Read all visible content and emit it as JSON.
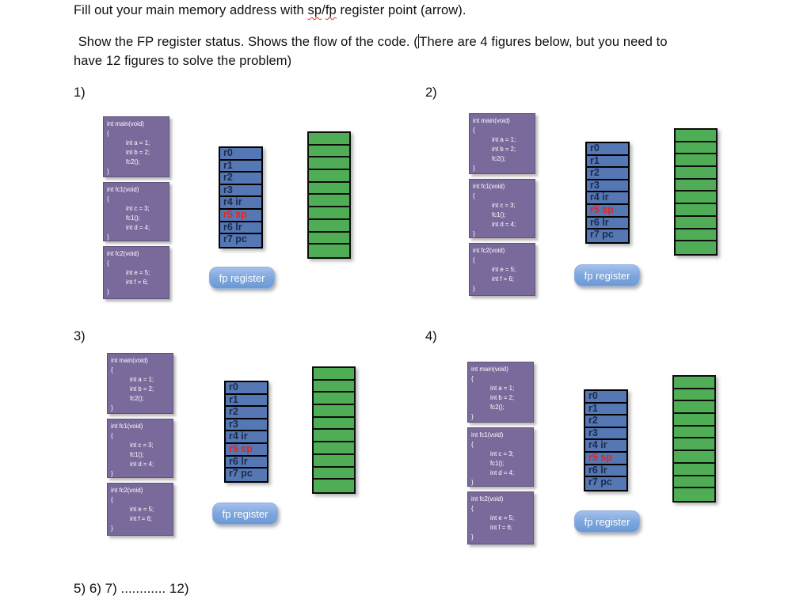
{
  "header": {
    "line1_pre": "Fill out your main memory address with ",
    "line1_sp": "sp",
    "line1_slash": "/",
    "line1_fp": "fp",
    "line1_post": " register point (arrow).",
    "line2_pre": " Show the FP register status. Shows the flow of the code. (",
    "line2_post": "There are 4 figures below, but you need to",
    "line3": "have 12 figures to solve the problem)"
  },
  "figures": [
    {
      "label": "1)"
    },
    {
      "label": "2)"
    },
    {
      "label": "3)"
    },
    {
      "label": "4)"
    }
  ],
  "code_blocks": [
    {
      "title": "int main(void)",
      "open_brace": "{",
      "lines": [
        "int a = 1;",
        "int b = 2;",
        "fc2();"
      ],
      "close_brace": "}"
    },
    {
      "title": "int fc1(void)",
      "open_brace": "{",
      "lines": [
        "int c = 3;",
        "fc1();",
        "int d = 4;"
      ],
      "close_brace": "}"
    },
    {
      "title": "int fc2(void)",
      "open_brace": "{",
      "lines": [
        "int e = 5;",
        "int f = 6;"
      ],
      "close_brace": "}"
    }
  ],
  "registers": [
    {
      "label": "r0",
      "highlight": false
    },
    {
      "label": "r1",
      "highlight": false
    },
    {
      "label": "r2",
      "highlight": false
    },
    {
      "label": "r3",
      "highlight": false
    },
    {
      "label": "r4 ir",
      "highlight": false
    },
    {
      "label": "r5 sp",
      "highlight": true
    },
    {
      "label": "r6 lr",
      "highlight": false
    },
    {
      "label": "r7 pc",
      "highlight": false
    }
  ],
  "memory_stack": {
    "cell_count": 10
  },
  "fp_button_label": "fp register",
  "footer_text": "5) 6) 7) ............ 12)",
  "colors": {
    "code_block_fill": "#7a6a9b",
    "register_fill": "#5577b4",
    "register_text": "#1b2b4a",
    "register_highlight_text": "#e8251d",
    "memory_fill": "#4fae55",
    "button_fill": "#7ea7de",
    "squiggle": "#e03020"
  }
}
